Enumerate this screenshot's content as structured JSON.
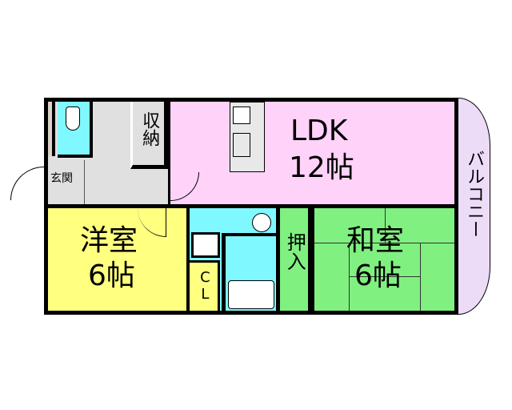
{
  "rooms": {
    "ldk": {
      "name": "LDK",
      "size": "12帖",
      "color": "#ffd2fa"
    },
    "western": {
      "name": "洋室",
      "size": "6帖",
      "color": "#ffff80"
    },
    "japanese": {
      "name": "和室",
      "size": "6帖",
      "color": "#80f080"
    },
    "closet": {
      "name": "押入",
      "color": "#80f080"
    },
    "storage": {
      "name": "収納",
      "color": "#e0e0e0"
    },
    "entrance": {
      "name": "玄関",
      "color": "#e0e0e0"
    },
    "cl": {
      "name": "CL",
      "color": "#ffff80"
    },
    "balcony": {
      "name": "バルコニー",
      "color": "#ecdcf8"
    },
    "wet_area_color": "#80f8ff"
  }
}
